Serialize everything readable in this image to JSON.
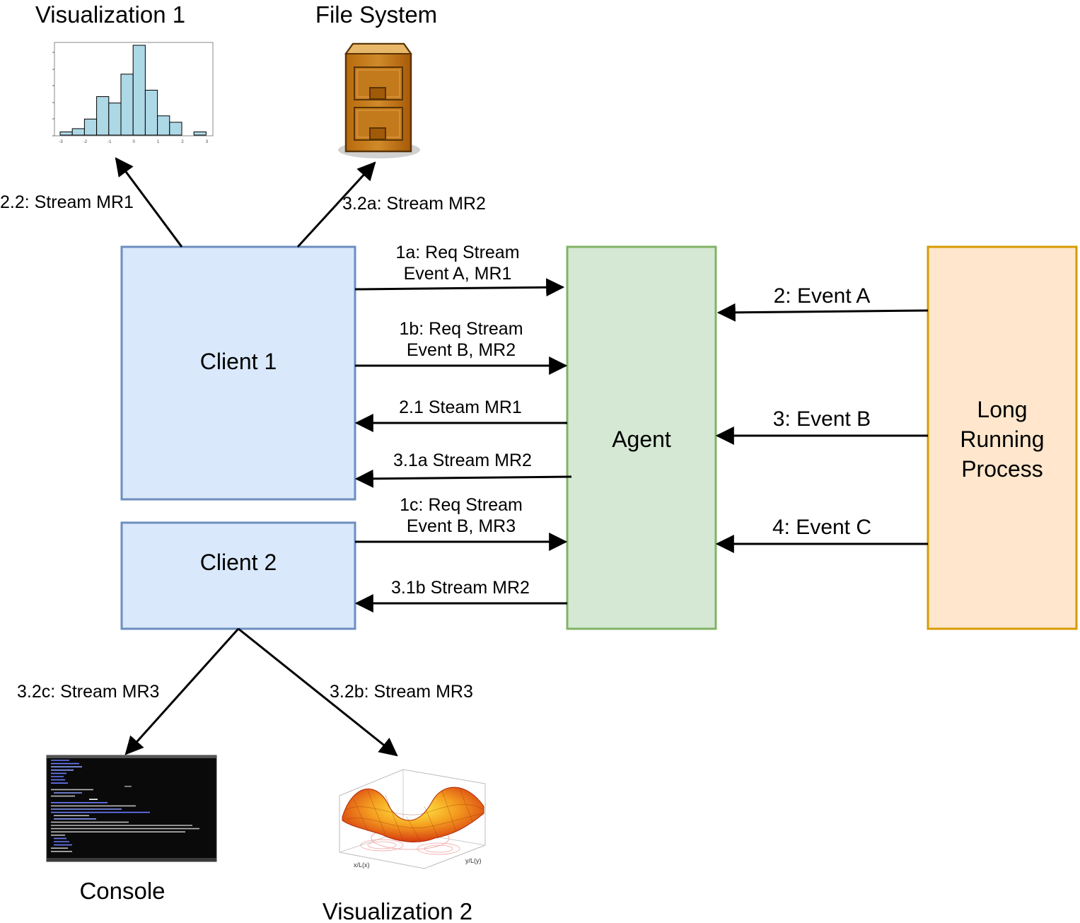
{
  "nodes": {
    "client1": "Client 1",
    "client2": "Client 2",
    "agent": "Agent",
    "process": [
      "Long",
      "Running",
      "Process"
    ]
  },
  "outputs": {
    "visualization1": "Visualization 1",
    "file_system": "File System",
    "console": "Console",
    "visualization2": "Visualization 2"
  },
  "edges": {
    "e1a": [
      "1a: Req Stream",
      "Event A, MR1"
    ],
    "e1b": [
      "1b: Req Stream",
      "Event B, MR2"
    ],
    "e21": "2.1 Steam MR1",
    "e31a": "3.1a Stream MR2",
    "e1c": [
      "1c: Req Stream",
      "Event B, MR3"
    ],
    "e31b": "3.1b Stream MR2",
    "e2": "2: Event A",
    "e3": "3: Event B",
    "e4": "4: Event C",
    "e22": "2.2: Stream MR1",
    "e32a": "3.2a: Stream MR2",
    "e32c": "3.2c: Stream MR3",
    "e32b": "3.2b: Stream MR3"
  },
  "histogram": {
    "bins": [
      1,
      2,
      5,
      12,
      10,
      19,
      28,
      14,
      6,
      4,
      0,
      1
    ],
    "x_ticks": [
      "-3",
      "-2",
      "-1",
      "0",
      "1",
      "2",
      "3"
    ]
  },
  "colors": {
    "client_fill": "#dae8fc",
    "client_stroke": "#6c8ebf",
    "agent_fill": "#d5e8d4",
    "agent_stroke": "#82b366",
    "process_fill": "#ffe6cc",
    "process_stroke": "#d79b00",
    "histogram_bar": "#add8e6"
  }
}
